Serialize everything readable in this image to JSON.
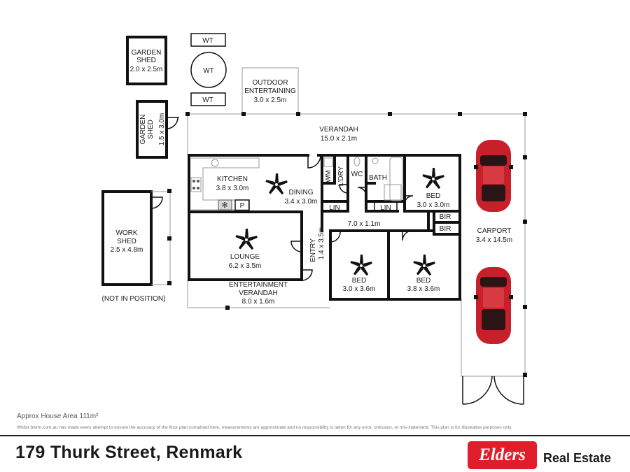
{
  "colors": {
    "wall": "#111111",
    "accent": "#e01e2b",
    "car": "#c8202a"
  },
  "rooms": {
    "garden_shed_1": {
      "name": "GARDEN\nSHED",
      "dim": "2.0 x 2.5m"
    },
    "garden_shed_2": {
      "name": "GARDEN\nSHED",
      "dim": "1.5 x 3.0m"
    },
    "work_shed": {
      "name": "WORK\nSHED",
      "dim": "2.5 x 4.8m"
    },
    "outdoor": {
      "name": "OUTDOOR\nENTERTAINING",
      "dim": "3.0 x 2.5m"
    },
    "verandah": {
      "name": "VERANDAH",
      "dim": "15.0 x 2.1m"
    },
    "kitchen": {
      "name": "KITCHEN",
      "dim": "3.8 x 3.0m"
    },
    "dining": {
      "name": "DINING",
      "dim": "3.4 x 3.0m"
    },
    "lounge": {
      "name": "LOUNGE",
      "dim": "6.2 x 3.5m"
    },
    "entry": {
      "name": "ENTRY",
      "dim": "1.4 x 3.5m"
    },
    "hall": {
      "dim": "7.0 x 1.1m"
    },
    "bed1": {
      "name": "BED",
      "dim": "3.0 x 3.0m"
    },
    "bed2": {
      "name": "BED",
      "dim": "3.0 x 3.6m"
    },
    "bed3": {
      "name": "BED",
      "dim": "3.8 x 3.6m"
    },
    "ent_verandah": {
      "name": "ENTERTAINMENT\nVERANDAH",
      "dim": "8.0 x 1.6m"
    },
    "carport": {
      "name": "CARPORT",
      "dim": "3.4 x 14.5m"
    }
  },
  "labels": {
    "wt": "WT",
    "wm": "WM",
    "laundry": "L'DRY",
    "wc": "WC",
    "bath": "BATH",
    "lin": "LIN",
    "bir": "BIR",
    "pantry": "P",
    "not_in_position": "(NOT IN POSITION)"
  },
  "footer": {
    "area": "Approx House Area 111m²",
    "disclaimer": "Whilst bwrm.com.au has made every attempt to ensure the accuracy of the floor plan contained here, measurements are approximate and no responsibility is taken for any error, omission, or mis-statement. This plan is for illustrative purposes only.",
    "address": "179 Thurk Street, Renmark",
    "logo": "Elders",
    "brand": "Real Estate"
  }
}
